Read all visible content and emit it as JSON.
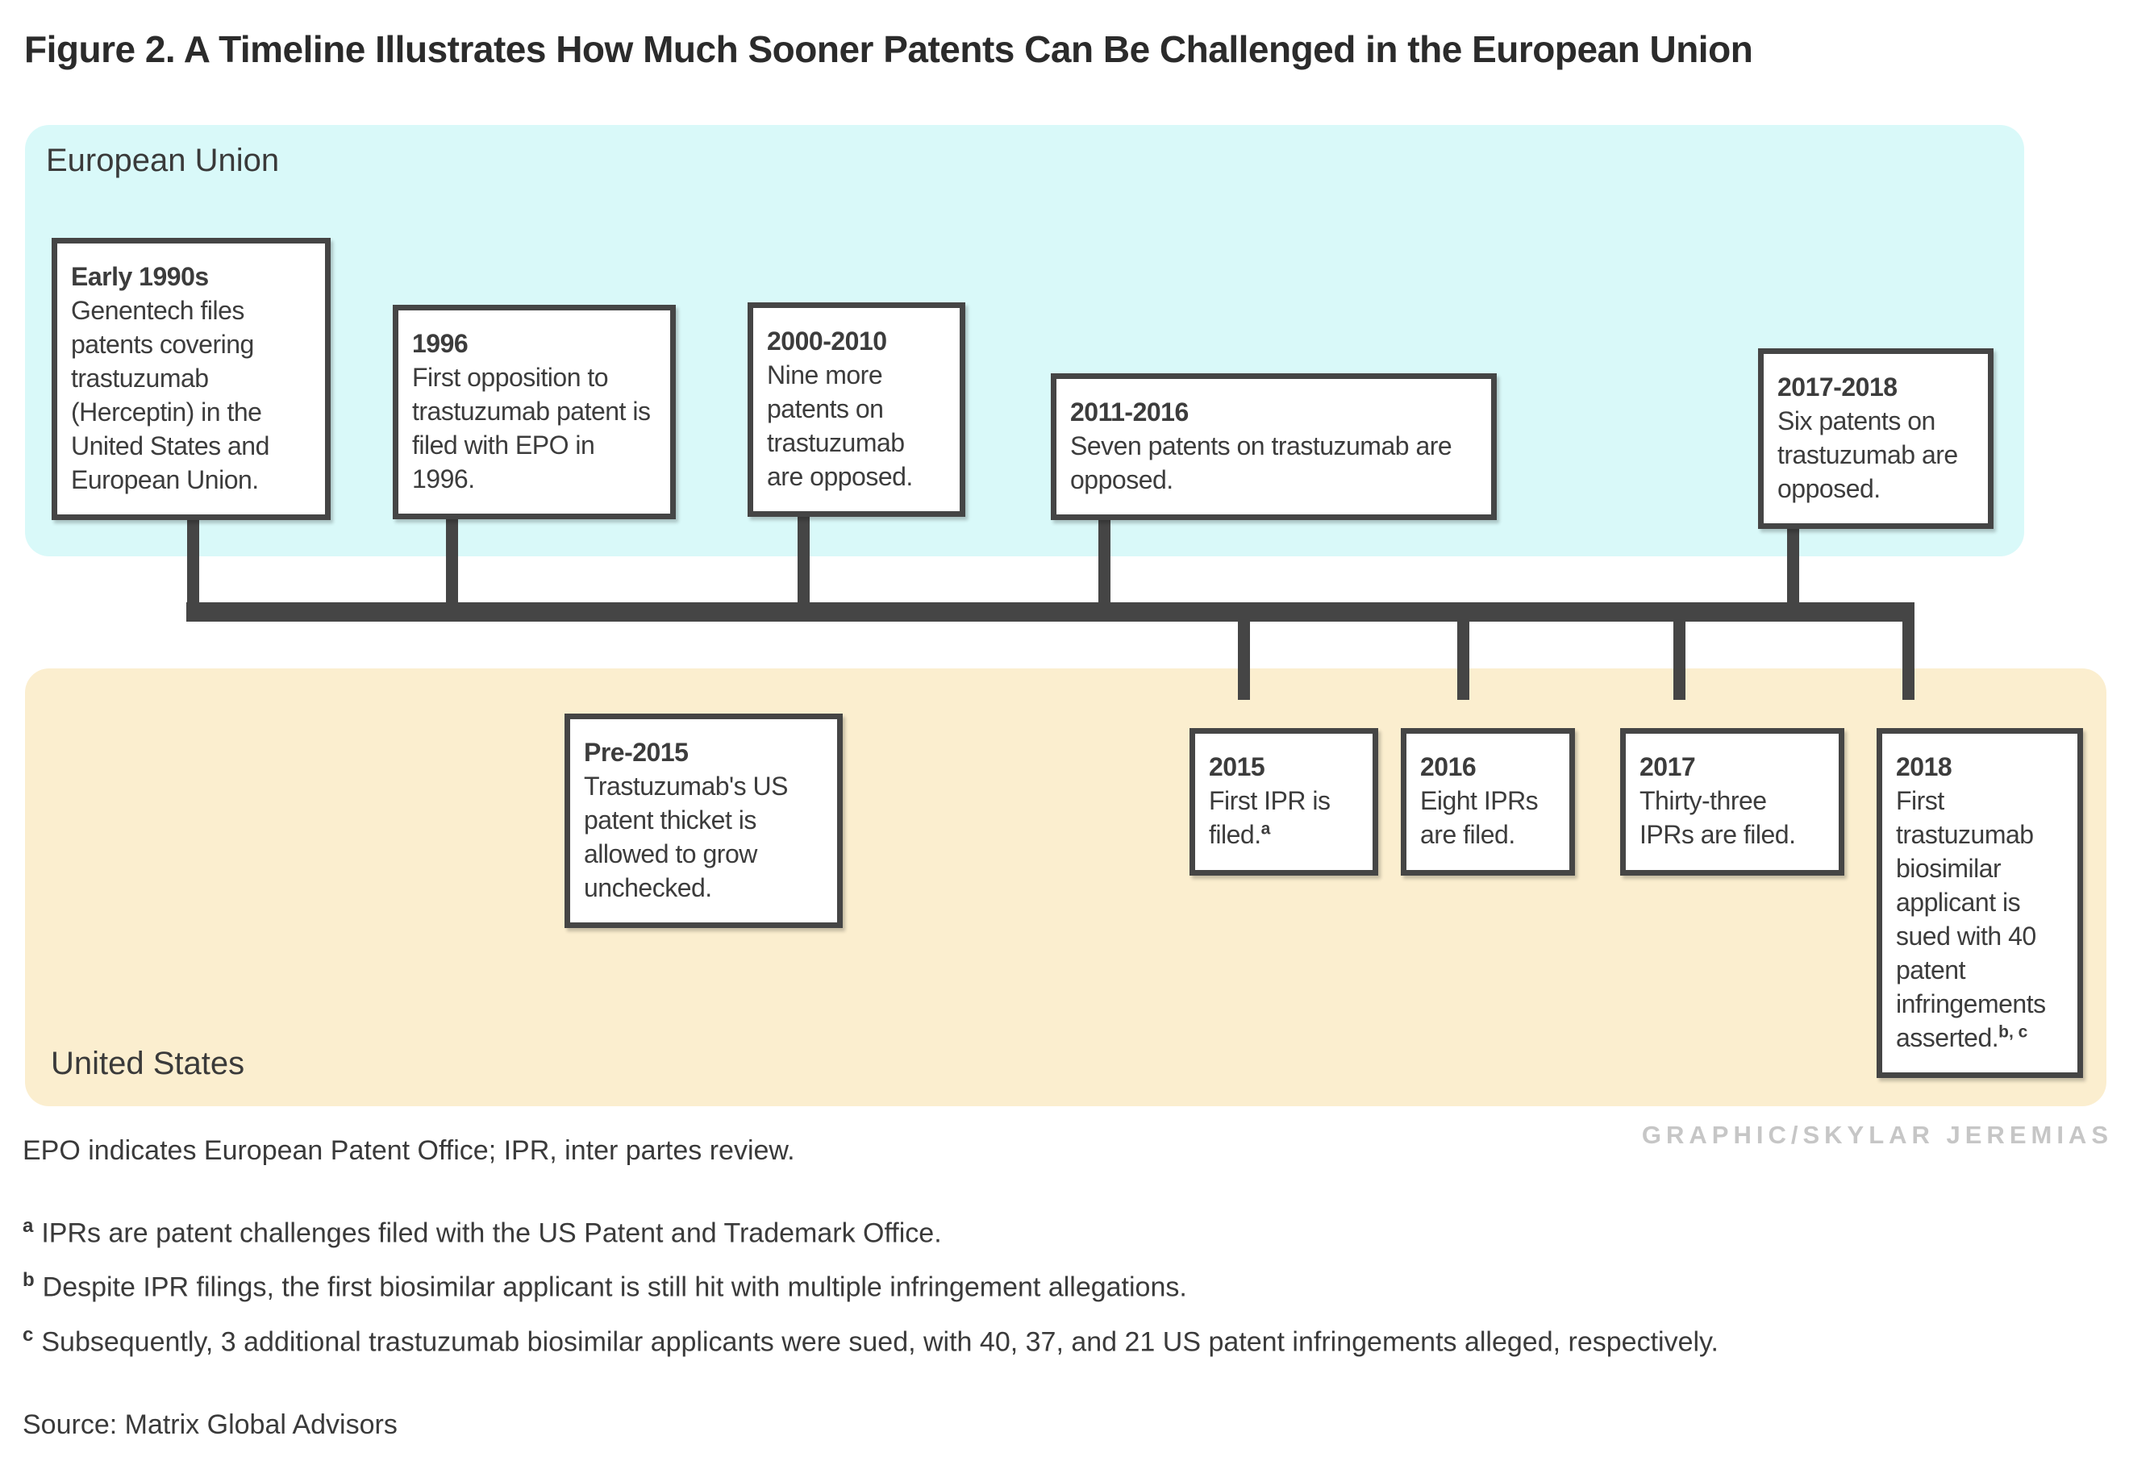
{
  "title": "Figure 2. A Timeline Illustrates How Much Sooner Patents Can Be Challenged in the European Union",
  "regions": {
    "eu": {
      "label": "European Union",
      "color": "#d9f9f9"
    },
    "us": {
      "label": "United States",
      "color": "#fbeecf"
    }
  },
  "timeline": {
    "color": "#454545"
  },
  "eu_events": [
    {
      "year": "Early 1990s",
      "text": "Genentech files patents covering trastuzumab (Herceptin) in the United States and European Union."
    },
    {
      "year": "1996",
      "text": "First opposition to trastuzumab patent is filed with EPO in 1996."
    },
    {
      "year": "2000-2010",
      "text": "Nine more patents on trastuzumab are opposed."
    },
    {
      "year": "2011-2016",
      "text": "Seven patents on trastuzumab are opposed."
    },
    {
      "year": "2017-2018",
      "text": "Six patents on trastuzumab are opposed."
    }
  ],
  "us_events": [
    {
      "year": "Pre-2015",
      "text": "Trastuzumab's US patent thicket is allowed to grow unchecked."
    },
    {
      "year": "2015",
      "text": "First IPR is filed.",
      "sup": "a"
    },
    {
      "year": "2016",
      "text": "Eight IPRs are filed."
    },
    {
      "year": "2017",
      "text": "Thirty-three IPRs are filed."
    },
    {
      "year": "2018",
      "text": "First trastuzumab biosimilar applicant is sued with 40 patent infringements asserted.",
      "sup": "b, c"
    }
  ],
  "notes": {
    "abbrev": "EPO indicates European Patent Office; IPR, inter partes review.",
    "footnotes": [
      {
        "sup": "a",
        "text": "IPRs are patent challenges filed with the US Patent and Trademark Office."
      },
      {
        "sup": "b",
        "text": "Despite IPR filings, the first biosimilar applicant is still hit with multiple infringement allegations."
      },
      {
        "sup": "c",
        "text": "Subsequently, 3 additional trastuzumab biosimilar applicants were sued, with 40, 37, and 21 US patent infringements alleged, respectively."
      }
    ],
    "credit": "GRAPHIC/SKYLAR JEREMIAS",
    "source": "Source: Matrix Global Advisors"
  }
}
